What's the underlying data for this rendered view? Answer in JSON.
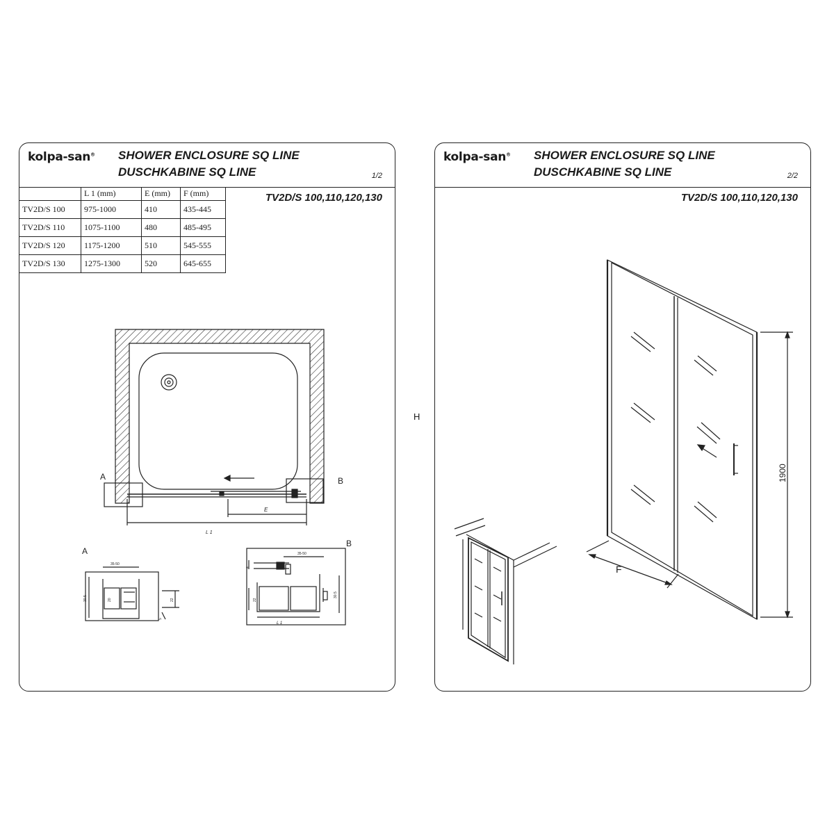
{
  "brand": "kolpa-san",
  "brand_mark": "®",
  "title_en": "SHOWER ENCLOSURE SQ LINE",
  "title_de": "DUSCHKABINE  SQ LINE",
  "model_range": "TV2D/S 100,110,120,130",
  "center_mark": "H",
  "page1": {
    "page_number": "1/2",
    "table": {
      "headers": [
        "",
        "L 1  (mm)",
        "E (mm)",
        "F (mm)"
      ],
      "rows": [
        [
          "TV2D/S 100",
          "975-1000",
          "410",
          "435-445"
        ],
        [
          "TV2D/S 110",
          "1075-1100",
          "480",
          "485-495"
        ],
        [
          "TV2D/S 120",
          "1175-1200",
          "510",
          "545-555"
        ],
        [
          "TV2D/S 130",
          "1275-1300",
          "520",
          "645-655"
        ]
      ]
    },
    "plan_labels": {
      "a": "A",
      "b": "B",
      "l1": "L 1",
      "e": "E"
    },
    "detail_a": {
      "label": "A",
      "dim_top": "35-50",
      "dim_side": "30.5",
      "dim_inner": "20",
      "dim_right": "22",
      "dim_bottom": "5"
    },
    "detail_b": {
      "label": "B",
      "dim_top": "35-50",
      "dim_left": "22",
      "dim_side": "30.5",
      "dim_small": "4",
      "dim_bottom": "L 1"
    }
  },
  "page2": {
    "page_number": "2/2",
    "height_label": "1900",
    "depth_label": "F"
  },
  "colors": {
    "line": "#222222",
    "hatch": "#333333",
    "background": "#ffffff"
  }
}
